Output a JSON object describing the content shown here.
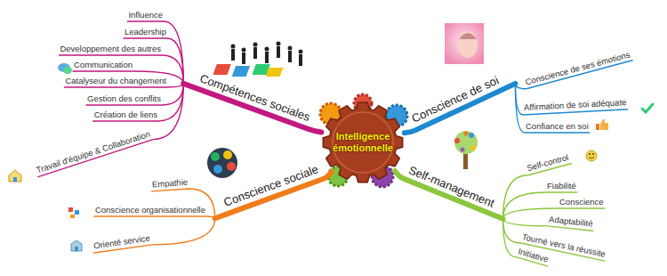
{
  "diagram": {
    "nodes": [
      {
        "text": [
          "Intelligence émotionnelle"
        ]
      },
      {
        "text": [
          "Compétences sociales"
        ]
      },
      {
        "text": [
          "Influence"
        ]
      },
      {
        "text": [
          "Leadership"
        ]
      },
      {
        "text": [
          "Developpement des autres"
        ]
      },
      {
        "text": [
          "Communication"
        ]
      },
      {
        "text": [
          "Catalyseur du changement"
        ]
      },
      {
        "text": [
          "Gestion des conflits"
        ]
      },
      {
        "text": [
          "Création de liens"
        ]
      },
      {
        "text": [
          "Travail d'équipe & Collaboration"
        ]
      },
      {
        "text": [
          "Conscience de soi"
        ]
      },
      {
        "text": [
          "Conscience de ses émotions"
        ]
      },
      {
        "text": [
          "Affirmation de soi adéquate"
        ]
      },
      {
        "text": [
          "Confiance en soi"
        ]
      },
      {
        "text": [
          "Self-management"
        ]
      },
      {
        "text": [
          "Self-control"
        ]
      },
      {
        "text": [
          "Fiabilité"
        ]
      },
      {
        "text": [
          "Conscience"
        ]
      },
      {
        "text": [
          "Adaptabilité"
        ]
      },
      {
        "text": [
          "Tourné vers la réussite"
        ]
      },
      {
        "text": [
          "Initiative"
        ]
      },
      {
        "text": [
          "Conscience sociale"
        ]
      },
      {
        "text": [
          "Empathie"
        ]
      },
      {
        "text": [
          "Conscience organisationnelle"
        ]
      },
      {
        "text": [
          "Orienté service"
        ]
      }
    ],
    "edges": [
      {
        "from": 0,
        "to": 1,
        "arrow": "none"
      },
      {
        "from": 1,
        "to": 2,
        "arrow": "none"
      },
      {
        "from": 1,
        "to": 3,
        "arrow": "none"
      },
      {
        "from": 1,
        "to": 4,
        "arrow": "none"
      },
      {
        "from": 1,
        "to": 5,
        "arrow": "none"
      },
      {
        "from": 1,
        "to": 6,
        "arrow": "none"
      },
      {
        "from": 1,
        "to": 7,
        "arrow": "none"
      },
      {
        "from": 1,
        "to": 8,
        "arrow": "none"
      },
      {
        "from": 1,
        "to": 9,
        "arrow": "none"
      },
      {
        "from": 0,
        "to": 10,
        "arrow": "none"
      },
      {
        "from": 10,
        "to": 11,
        "arrow": "none"
      },
      {
        "from": 10,
        "to": 12,
        "arrow": "none"
      },
      {
        "from": 10,
        "to": 13,
        "arrow": "none"
      },
      {
        "from": 0,
        "to": 14,
        "arrow": "none"
      },
      {
        "from": 14,
        "to": 15,
        "arrow": "none"
      },
      {
        "from": 14,
        "to": 16,
        "arrow": "none"
      },
      {
        "from": 14,
        "to": 17,
        "arrow": "none"
      },
      {
        "from": 14,
        "to": 18,
        "arrow": "none"
      },
      {
        "from": 14,
        "to": 19,
        "arrow": "none"
      },
      {
        "from": 14,
        "to": 20,
        "arrow": "none"
      },
      {
        "from": 0,
        "to": 21,
        "arrow": "none"
      },
      {
        "from": 21,
        "to": 22,
        "arrow": "none"
      },
      {
        "from": 21,
        "to": 23,
        "arrow": "none"
      },
      {
        "from": 21,
        "to": 24,
        "arrow": "none"
      }
    ]
  }
}
